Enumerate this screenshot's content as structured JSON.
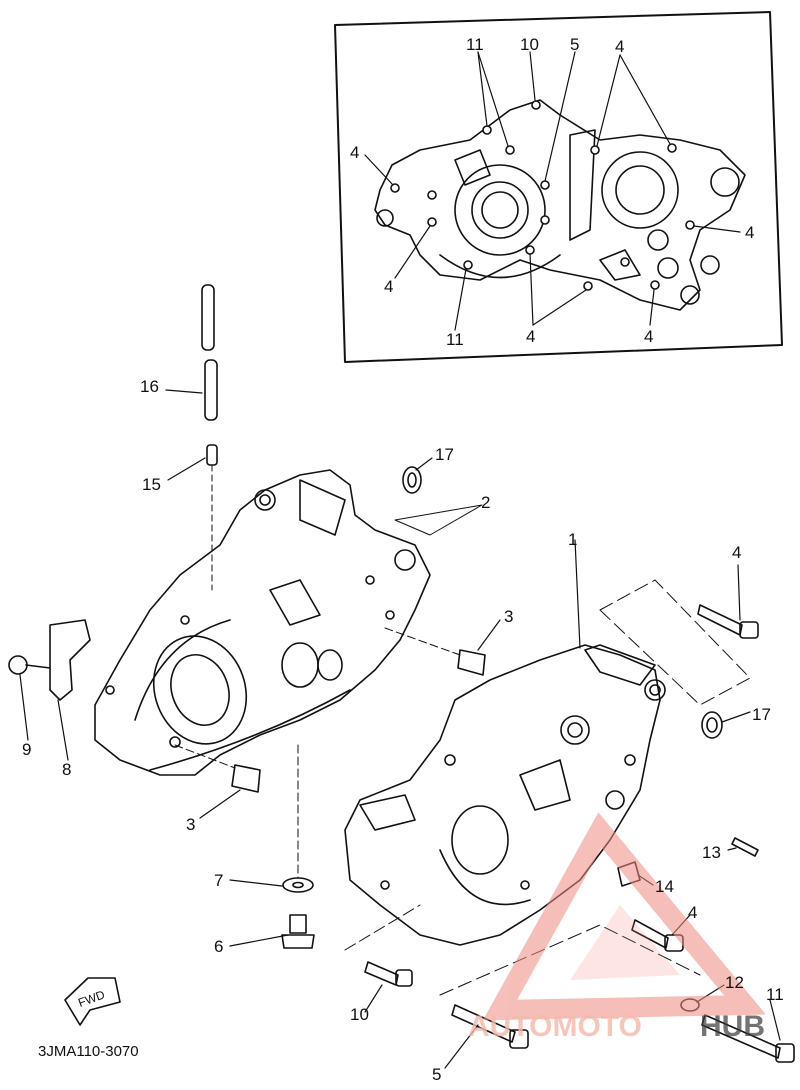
{
  "drawing_code": "3JMA110-3070",
  "fwd_text": "FWD",
  "watermark": {
    "part1": "AUTOMOTO",
    "part2": "HUB",
    "color1": "#f4b9a8",
    "color2": "#3a3a3a",
    "triangle_color": "#f08a80"
  },
  "inset_callouts": {
    "c11_top": "11",
    "c10": "10",
    "c5": "5",
    "c4_top": "4",
    "c4_left": "4",
    "c4_right": "4",
    "c4_lowleft": "4",
    "c11_bottom": "11",
    "c4_bottom_mid": "4",
    "c4_bottom_right": "4"
  },
  "callouts": {
    "c16": "16",
    "c15": "15",
    "c17_top": "17",
    "c2": "2",
    "c3_right": "3",
    "c1": "1",
    "c4_top": "4",
    "c17_right": "17",
    "c9": "9",
    "c8": "8",
    "c3_left": "3",
    "c13": "13",
    "c14": "14",
    "c7": "7",
    "c6": "6",
    "c4_mid": "4",
    "c10": "10",
    "c12": "12",
    "c11": "11",
    "c5": "5"
  }
}
